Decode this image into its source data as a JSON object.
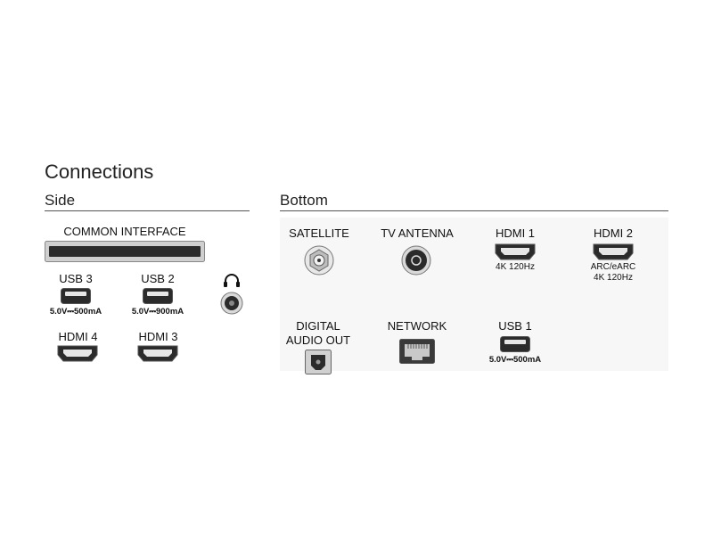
{
  "title": "Connections",
  "side": {
    "heading": "Side",
    "common_interface": "COMMON INTERFACE",
    "usb3": {
      "label": "USB 3",
      "spec": "5.0V⎓500mA"
    },
    "usb2": {
      "label": "USB 2",
      "spec": "5.0V⎓900mA"
    },
    "hdmi4": {
      "label": "HDMI 4"
    },
    "hdmi3": {
      "label": "HDMI 3"
    },
    "headphone_icon": "headphone-icon"
  },
  "bottom": {
    "heading": "Bottom",
    "satellite": {
      "label": "SATELLITE"
    },
    "tv_antenna": {
      "label": "TV ANTENNA"
    },
    "hdmi1": {
      "label": "HDMI 1",
      "spec": "4K 120Hz"
    },
    "hdmi2": {
      "label": "HDMI 2",
      "spec_line1": "ARC/eARC",
      "spec_line2": "4K 120Hz"
    },
    "digital_audio_out": {
      "line1": "DIGITAL",
      "line2": "AUDIO OUT"
    },
    "network": {
      "label": "NETWORK"
    },
    "usb1": {
      "label": "USB 1",
      "spec": "5.0V⎓500mA"
    }
  },
  "colors": {
    "port_dark": "#2b2b2b",
    "port_light": "#d9d9d9",
    "panel_bg": "#f4f4f4",
    "rule": "#555555"
  }
}
